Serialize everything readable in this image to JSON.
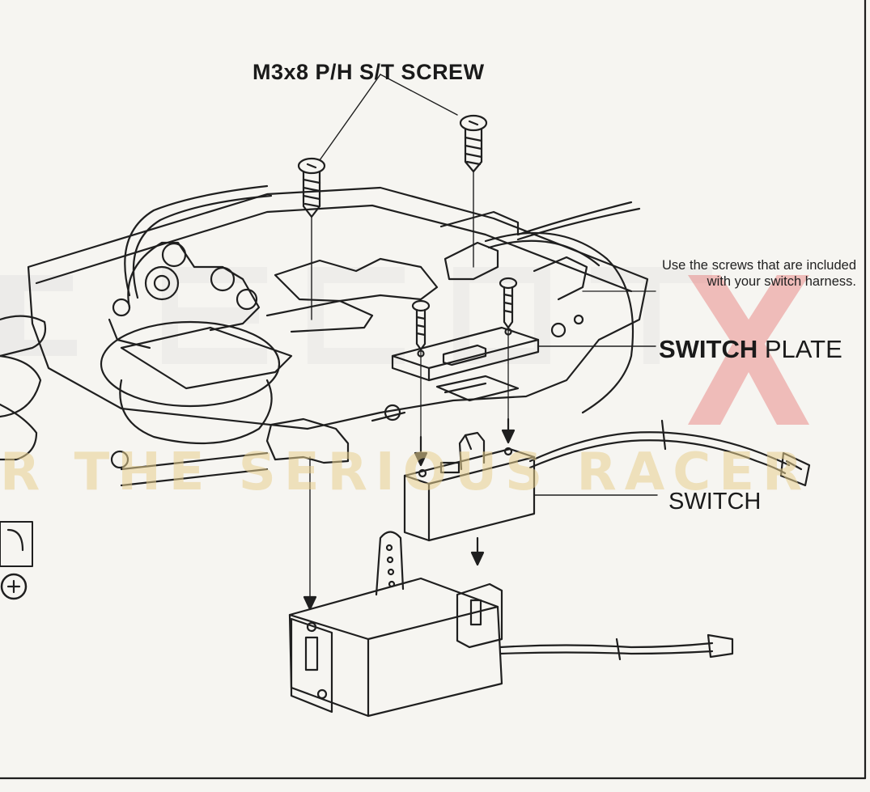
{
  "labels": {
    "screw": "M3x8 P/H S/T SCREW",
    "note": "Use the screws that are included with your switch harness.",
    "switch_plate_bold": "SWITCH",
    "switch_plate_rest": " PLATE",
    "switch": "SWITCH"
  },
  "watermark": {
    "tagline": "R THE SERIOUS RACER"
  },
  "colors": {
    "line": "#1f1f1f",
    "paper": "#f6f5f1",
    "watermark_gold": "#e8cf8a",
    "watermark_red": "#e25c5c"
  }
}
